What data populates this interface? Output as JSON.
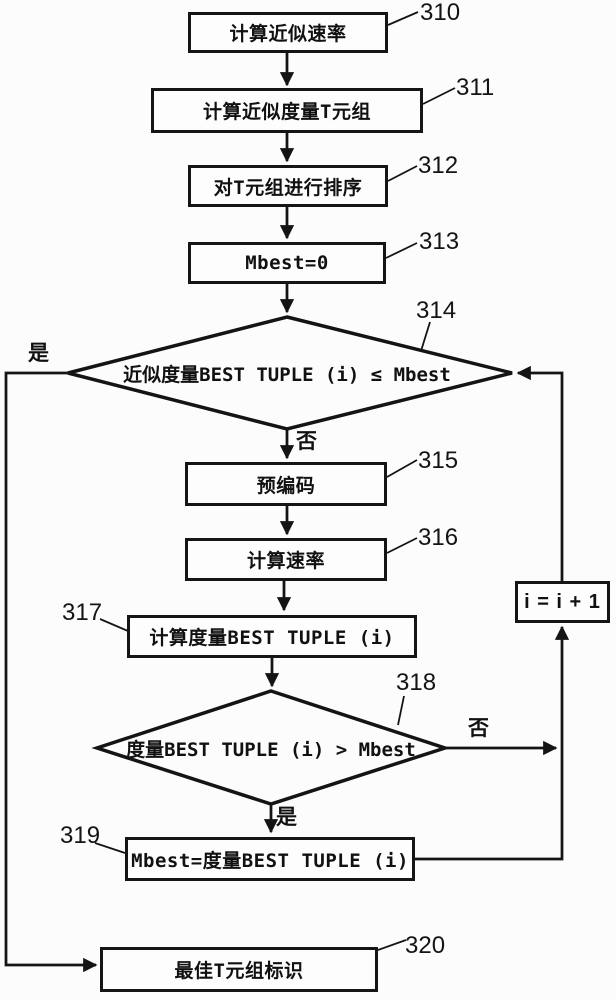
{
  "labels": {
    "yes": "是",
    "no": "否"
  },
  "nodes": {
    "n310": {
      "ref": "310",
      "text": "计算近似速率"
    },
    "n311": {
      "ref": "311",
      "text": "计算近似度量T元组"
    },
    "n312": {
      "ref": "312",
      "text": "对T元组进行排序"
    },
    "n313": {
      "ref": "313",
      "text": "Mbest=0"
    },
    "n314": {
      "ref": "314",
      "text": "近似度量BEST TUPLE (i) ≤ Mbest"
    },
    "n315": {
      "ref": "315",
      "text": "预编码"
    },
    "n316": {
      "ref": "316",
      "text": "计算速率"
    },
    "n317": {
      "ref": "317",
      "text": "计算度量BEST TUPLE (i)"
    },
    "n318": {
      "ref": "318",
      "text": "度量BEST TUPLE (i) > Mbest"
    },
    "n319": {
      "ref": "319",
      "text": "Mbest=度量BEST TUPLE (i)"
    },
    "n320": {
      "ref": "320",
      "text": "最佳T元组标识"
    },
    "incr": {
      "text": "i = i + 1"
    }
  }
}
